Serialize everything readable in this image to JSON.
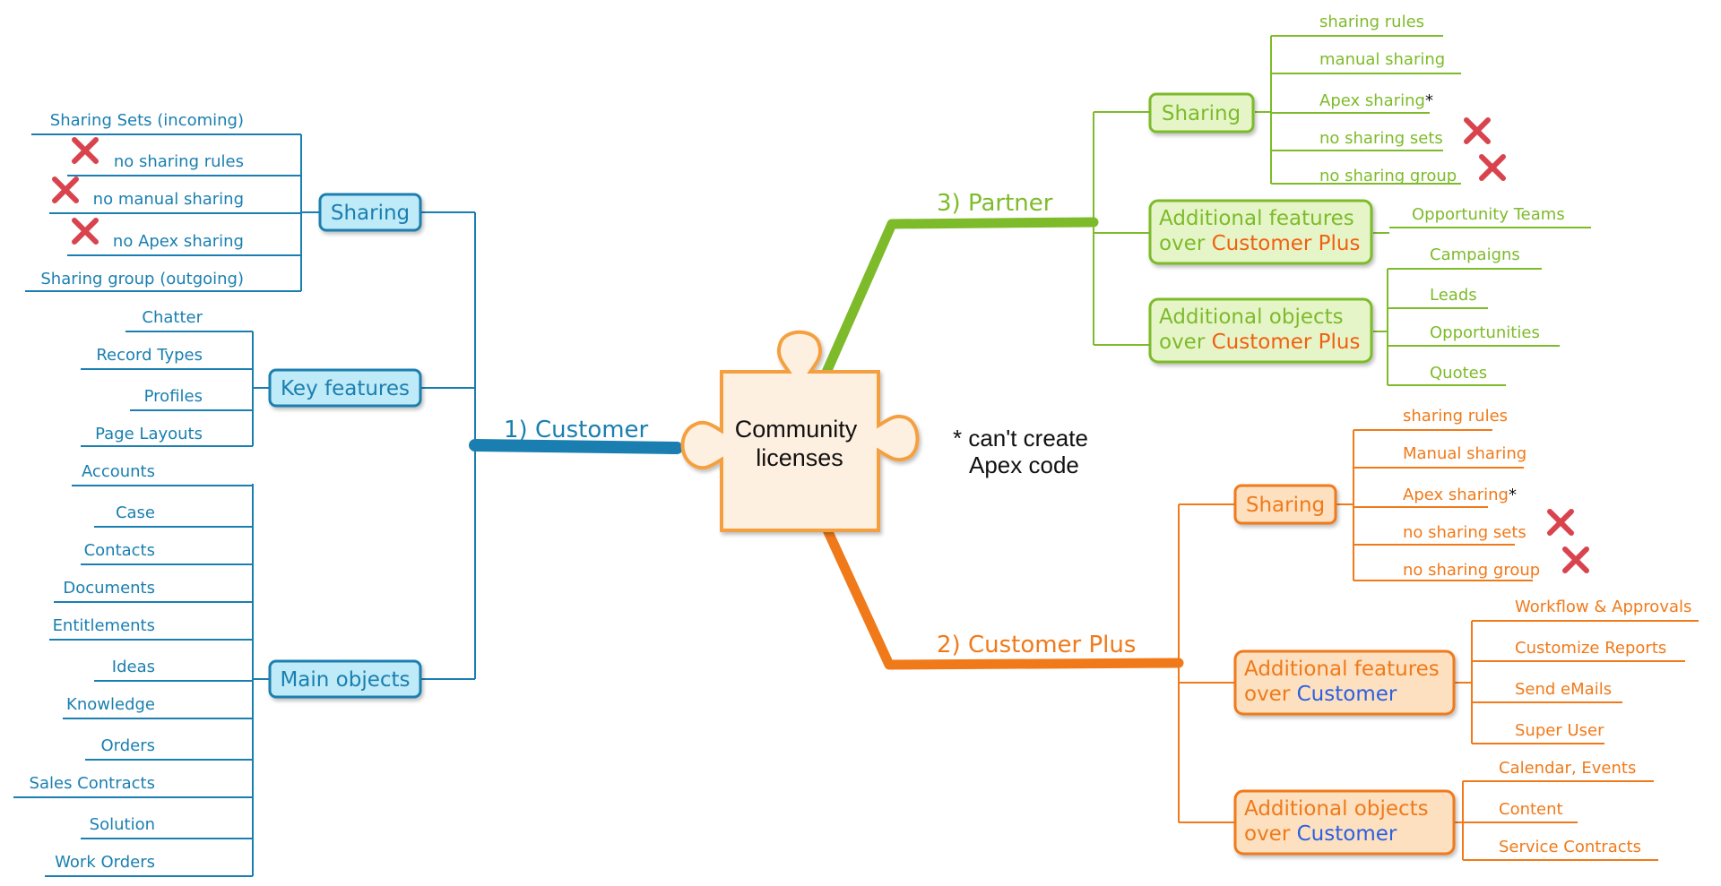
{
  "central": {
    "line1": "Community",
    "line2": "licenses"
  },
  "note": {
    "line1": "* can't create",
    "line2": "Apex code"
  },
  "colors": {
    "customer": "#1a7fb0",
    "customer_fill": "#bfeaf8",
    "partner": "#7dbb2a",
    "partner_fill": "#e6f5c8",
    "customer_plus": "#f07a1a",
    "customer_plus_fill": "#fde0bf",
    "emphasis_orange": "#f06010",
    "emphasis_blue": "#2a5fe0",
    "cross": "#d9434e",
    "puzzle_fill": "#fef0e0",
    "puzzle_stroke": "#f5a040"
  },
  "customer": {
    "label": "1) Customer",
    "sharing": {
      "label": "Sharing",
      "items": [
        "Sharing Sets (incoming)",
        "no sharing rules",
        "no manual sharing",
        "no Apex sharing",
        "Sharing group (outgoing)"
      ]
    },
    "key_features": {
      "label": "Key features",
      "items": [
        "Chatter",
        "Record Types",
        "Profiles",
        "Page Layouts"
      ]
    },
    "main_objects": {
      "label": "Main objects",
      "items": [
        "Accounts",
        "Case",
        "Contacts",
        "Documents",
        "Entitlements",
        "Ideas",
        "Knowledge",
        "Orders",
        "Sales Contracts",
        "Solution",
        "Work Orders"
      ]
    }
  },
  "partner": {
    "label": "3) Partner",
    "sharing": {
      "label": "Sharing",
      "items": [
        "sharing rules",
        "manual sharing",
        "Apex sharing",
        "no sharing sets",
        "no sharing group"
      ],
      "asterisk": "*"
    },
    "features": {
      "line1": "Additional features",
      "prefix": "over ",
      "emph": "Customer Plus",
      "items": [
        "Opportunity Teams"
      ]
    },
    "objects": {
      "line1": "Additional objects",
      "prefix": "over ",
      "emph": "Customer Plus",
      "items": [
        "Campaigns",
        "Leads",
        "Opportunities",
        "Quotes"
      ]
    }
  },
  "customer_plus": {
    "label": "2) Customer Plus",
    "sharing": {
      "label": "Sharing",
      "items": [
        "sharing rules",
        "Manual sharing",
        "Apex sharing",
        "no sharing sets",
        "no sharing group"
      ],
      "asterisk": "*"
    },
    "features": {
      "line1": "Additional features",
      "prefix": "over ",
      "emph": "Customer",
      "items": [
        "Workflow & Approvals",
        "Customize Reports",
        "Send eMails",
        "Super User"
      ]
    },
    "objects": {
      "line1": "Additional objects",
      "prefix": "over ",
      "emph": "Customer",
      "items": [
        "Calendar, Events",
        "Content",
        "Service Contracts"
      ]
    }
  }
}
